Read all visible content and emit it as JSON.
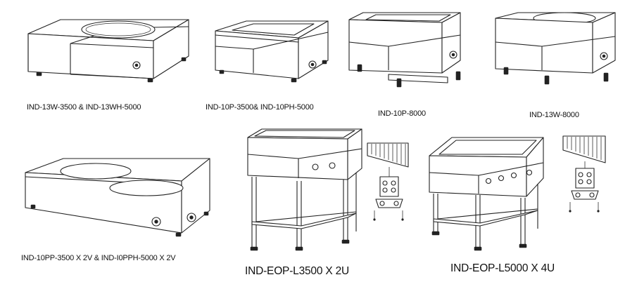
{
  "figure": {
    "captions": {
      "ind13w_ind13wh": "IND-13W-3500 & IND-13WH-5000",
      "ind10p_ind10ph": "IND-10P-3500& IND-10PH-5000",
      "ind10p8000": "IND-10P-8000",
      "ind13w8000": "IND-13W-8000",
      "ind10pp": "IND-10PP-3500 X 2V & IND-I0PPH-5000 X 2V",
      "indeop_l3500": "IND-EOP-L3500 X 2U",
      "indeop_l5000": "IND-EOP-L5000 X 4U"
    }
  }
}
